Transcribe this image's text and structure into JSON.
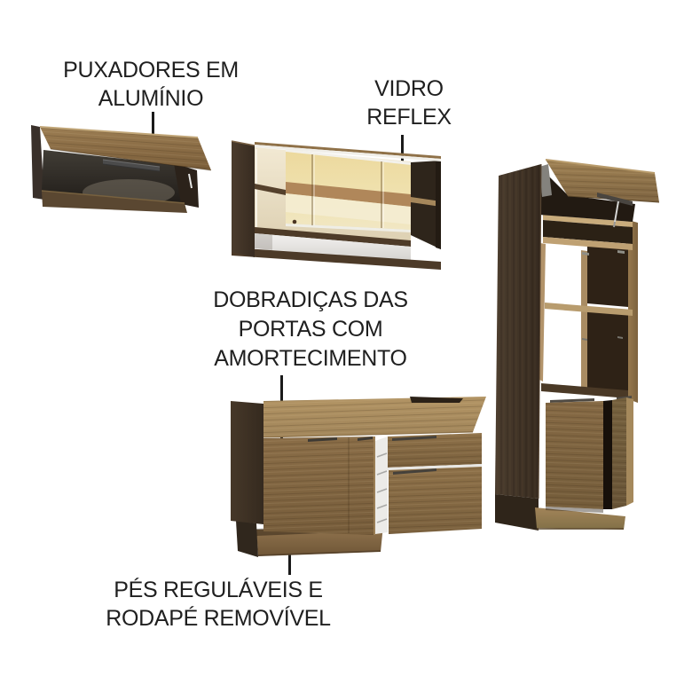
{
  "canvas": {
    "background": "#ffffff"
  },
  "callouts": {
    "aluminum_handles": {
      "lines": [
        "PUXADORES EM",
        "ALUMÍNIO"
      ]
    },
    "reflex_glass": {
      "lines": [
        "VIDRO",
        "REFLEX"
      ]
    },
    "soft_close_hinges": {
      "lines": [
        "DOBRADIÇAS DAS",
        "PORTAS COM",
        "AMORTECIMENTO"
      ]
    },
    "adjustable_feet": {
      "lines": [
        "PÉS REGULÁVEIS E",
        "RODAPÉ REMOVÍVEL"
      ]
    }
  },
  "colors": {
    "text": "#1f1f1f",
    "leader_line": "#1a1a1a",
    "wood_door": "#846844",
    "wood_light": "#ab8e60",
    "wood_side_dark": "#43352a",
    "interior_dark": "#241c14",
    "glass_gold": "#eeda9e",
    "glass_reflection_brown": "#aa7f53",
    "handle_gray": "#4a4a4a",
    "drawer_slide_white": "#ebebe9"
  }
}
